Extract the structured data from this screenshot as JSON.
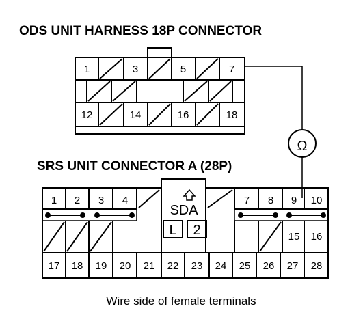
{
  "ods": {
    "title": "ODS UNIT HARNESS 18P CONNECTOR",
    "pins": {
      "p1": "1",
      "p3": "3",
      "p5": "5",
      "p7": "7",
      "p12": "12",
      "p14": "14",
      "p16": "16",
      "p18": "18"
    }
  },
  "srs": {
    "title": "SRS UNIT CONNECTOR A (28P)",
    "label_sda": "SDA",
    "label_l": "L",
    "label_2": "2",
    "top_pins": [
      "1",
      "2",
      "3",
      "4",
      "7",
      "8",
      "9",
      "10"
    ],
    "mid_pins": [
      "15",
      "16"
    ],
    "bottom_pins": [
      "17",
      "18",
      "19",
      "20",
      "21",
      "22",
      "23",
      "24",
      "25",
      "26",
      "27",
      "28"
    ]
  },
  "meter": {
    "symbol": "Ω"
  },
  "caption": "Wire side of female terminals"
}
